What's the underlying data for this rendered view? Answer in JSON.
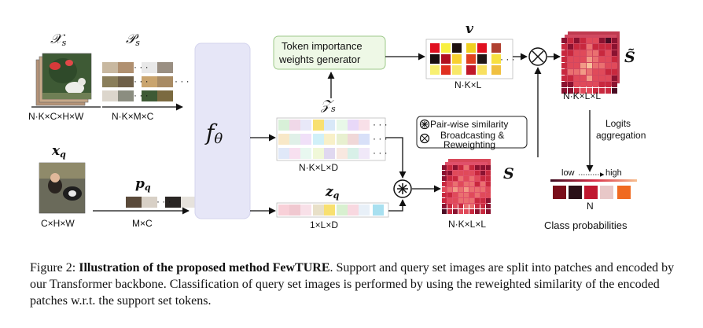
{
  "figure": {
    "support_set_symbol": "𝒳",
    "support_set_subscript": "s",
    "support_patches_symbol": "𝒫",
    "support_patches_subscript": "s",
    "support_images_dims": "N·K×C×H×W",
    "support_patches_dims": "N·K×M×C",
    "query_symbol": "x",
    "query_subscript": "q",
    "query_patches_symbol": "p",
    "query_patches_subscript": "q",
    "query_image_dims": "C×H×W",
    "query_patches_dims": "M×C",
    "backbone_symbol": "f",
    "backbone_subscript": "θ",
    "generator_line1": "Token importance",
    "generator_line2": "weights generator",
    "support_tokens_symbol": "𝒵",
    "support_tokens_subscript": "s",
    "support_tokens_dims": "N·K×L×D",
    "query_tokens_symbol": "z",
    "query_tokens_subscript": "q",
    "query_tokens_dims": "1×L×D",
    "weights_symbol": "v",
    "weights_dims": "N·K×L",
    "similarity_symbol": "S",
    "similarity_dims": "N·K×L×L",
    "reweighted_symbol": "S̃",
    "reweighted_dims": "N·K×L×L",
    "legend_pairwise": "Pair-wise similarity",
    "legend_broadcast_line1": "Broadcasting &",
    "legend_broadcast_line2": "Reweighting",
    "aggregation_line1": "Logits",
    "aggregation_line2": "aggregation",
    "scale_low": "low",
    "scale_high": "high",
    "class_count": "N",
    "class_probabilities_label": "Class probabilities",
    "dots": "· · ·",
    "colors": {
      "backbone": "#e6e6f7",
      "generator_fill": "#eef8e6",
      "generator_border": "#9dc98a",
      "low": "#3a0a1e",
      "high": "#f7c090"
    }
  },
  "caption": {
    "label": "Figure 2:",
    "title": "Illustration of the proposed method FewTURE",
    "body": ". Support and query set images are split into patches and encoded by our Transformer backbone. Classification of query set images is performed by using the reweighted similarity of the encoded patches w.r.t. the support set tokens."
  }
}
